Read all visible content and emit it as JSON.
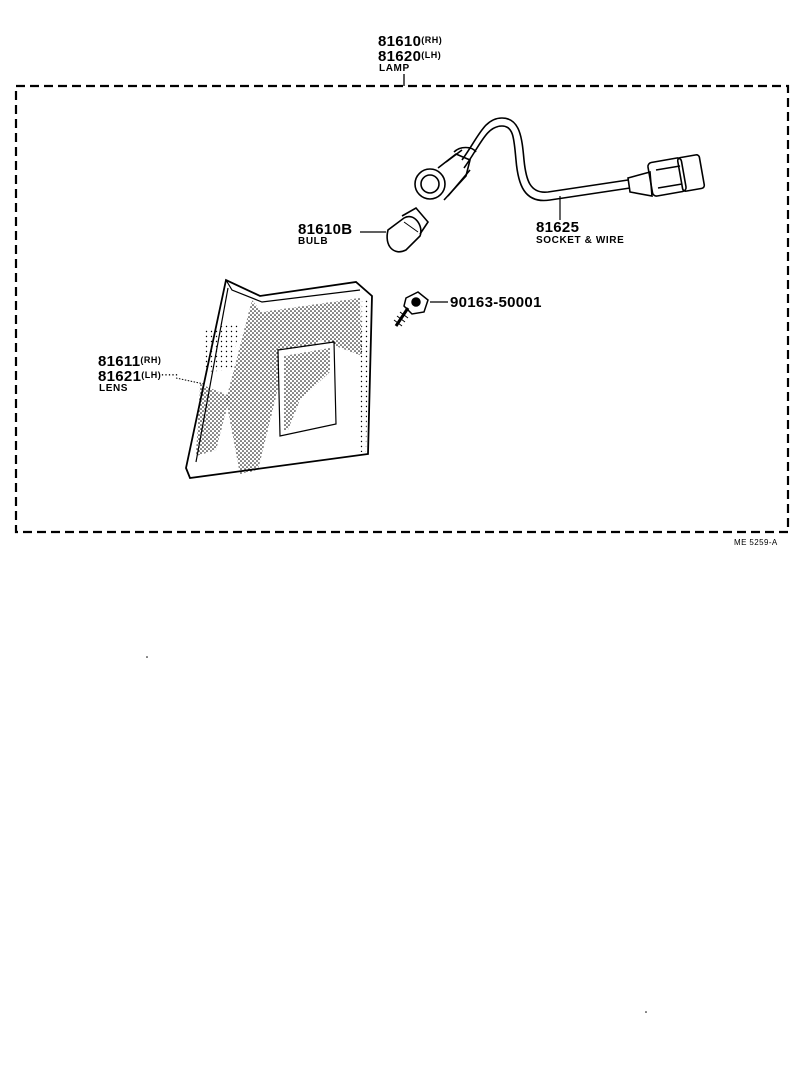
{
  "lamp": {
    "rh_number": "81610",
    "rh_side": "(RH)",
    "lh_number": "81620",
    "lh_side": "(LH)",
    "name": "LAMP"
  },
  "socket": {
    "number": "81625",
    "name": "SOCKET & WIRE"
  },
  "bulb": {
    "number": "81610B",
    "name": "BULB"
  },
  "screw": {
    "number": "90163-50001"
  },
  "lens": {
    "rh_number": "81611",
    "rh_side": "(RH)",
    "lh_number": "81621",
    "lh_side": "(LH)",
    "leader": "·····",
    "name": "LENS"
  },
  "drawing_ref": "ME 5259-A"
}
